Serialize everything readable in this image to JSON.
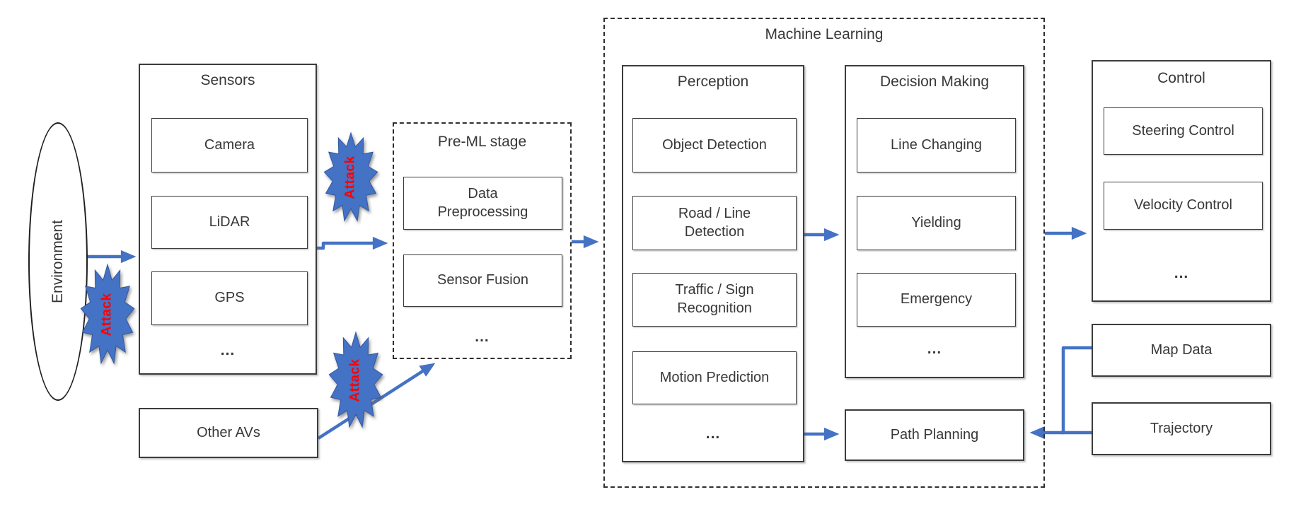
{
  "attack_label": "Attack",
  "environment": {
    "label": "Environment"
  },
  "sensors": {
    "title": "Sensors",
    "items": [
      "Camera",
      "LiDAR",
      "GPS",
      "..."
    ]
  },
  "other_avs": {
    "label": "Other AVs"
  },
  "pre_ml": {
    "title": "Pre-ML stage",
    "items": [
      "Data Preprocessing",
      "Sensor Fusion",
      "..."
    ]
  },
  "machine_learning": {
    "title": "Machine Learning",
    "perception": {
      "title": "Perception",
      "items": [
        "Object Detection",
        "Road / Line Detection",
        "Traffic / Sign Recognition",
        "Motion Prediction",
        "..."
      ]
    },
    "decision_making": {
      "title": "Decision Making",
      "items": [
        "Line Changing",
        "Yielding",
        "Emergency",
        "..."
      ]
    },
    "path_planning": {
      "label": "Path Planning"
    }
  },
  "control": {
    "title": "Control",
    "items": [
      "Steering Control",
      "Velocity Control",
      "..."
    ]
  },
  "map_data": {
    "label": "Map Data"
  },
  "trajectory": {
    "label": "Trajectory"
  },
  "colors": {
    "arrow_blue": "#4472C4",
    "burst_fill": "#4472C4",
    "attack_red": "#FF0000",
    "box_border": "#3C3C3C"
  }
}
